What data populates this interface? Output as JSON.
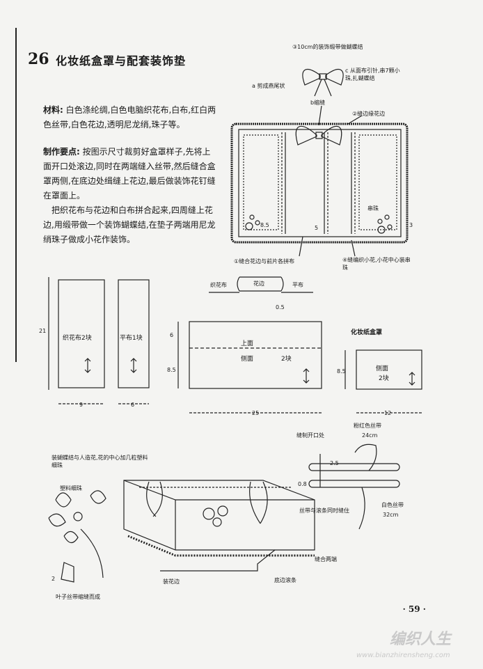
{
  "article": {
    "number": "26",
    "title": "化妆纸盒罩与配套装饰垫",
    "materials_label": "材料:",
    "materials_text": "白色涤纶绸,白色电脑织花布,白布,红白两色丝带,白色花边,透明尼龙绡,珠子等。",
    "steps_label": "制作要点:",
    "steps_text": "按图示尺寸裁剪好盒罩样子,先将上面开口处滚边,同时在两端缝入丝带,然后缝合盒罩两侧,在底边处缉缝上花边,最后做装饰花钉缝在罩面上。",
    "steps_text_2": "把织花布与花边和白布拼合起来,四周缝上花边,用缎带做一个装饰蝴蝶结,在垫子两端用尼龙绡珠子做成小花作装饰。"
  },
  "mat_diagram": {
    "label_ribbon": "③10cm的装饰缎带做蝴蝶结",
    "label_a": "a 剪成燕尾状",
    "label_c": "c 从面布引针,串7颗小珠,扎蝴蝶结",
    "label_b": "b缩缝",
    "label_2": "②缝边缘花边",
    "label_beads": "串珠",
    "dim_85": "8.5",
    "dim_5": "5",
    "dim_3": "3",
    "label_1": "①缝合花边与前片各拼布",
    "label_4": "④缝编织小花,小花中心装串珠"
  },
  "pattern": {
    "dim_21": "21",
    "piece1": "织花布2块",
    "piece2": "平布1块",
    "dim_9": "9",
    "dim_6": "6",
    "seam_label_left": "织花布",
    "seam_label_mid": "花边",
    "seam_label_right": "平布",
    "seam_dim": "0.5"
  },
  "cover_pattern": {
    "heading": "化妆纸盒罩",
    "dim_6": "6",
    "dim_85": "8.5",
    "top": "上面",
    "side": "侧面",
    "count": "2块",
    "dim_25": "25",
    "side_piece_side": "侧面",
    "side_piece_count": "2块",
    "dim_85b": "8.5",
    "dim_12": "12"
  },
  "box_diagram": {
    "label_bow": "装蝴蝶结与人造花,花的中心加几粒塑料细珠",
    "label_beads": "塑料细珠",
    "label_leaf": "叶子丝带缩缝而成",
    "leaf_dim": "2",
    "label_lace": "装花边",
    "label_bottom": "底边滚条",
    "label_sides": "缝合两端",
    "label_opening": "缝制开口处",
    "label_pink": "粉红色丝带",
    "pink_len": "24cm",
    "dim_25": "2.5",
    "dim_08": "0.8",
    "label_sew": "丝带与滚条同时缝住",
    "label_white": "白色丝带",
    "white_len": "32cm"
  },
  "page_number": "· 59 ·",
  "watermark": {
    "brand": "编织人生",
    "url": "www.bianzhirensheng.com"
  }
}
